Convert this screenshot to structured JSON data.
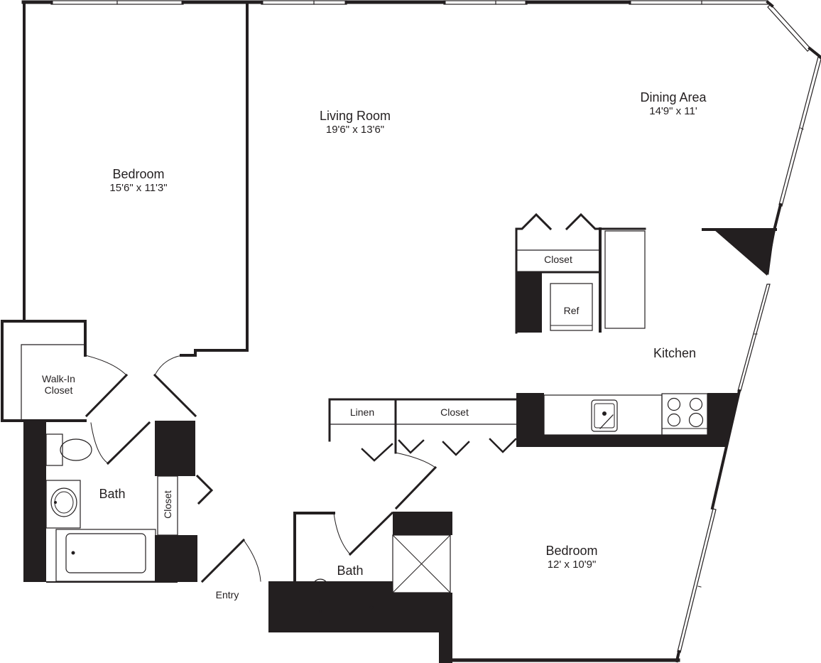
{
  "floorplan": {
    "colors": {
      "wall": "#231f20",
      "background": "#ffffff",
      "window": "#ffffff"
    },
    "rooms": {
      "bedroom_main": {
        "name": "Bedroom",
        "dims": "15'6\" x 11'3\""
      },
      "living_room": {
        "name": "Living Room",
        "dims": "19'6\" x 13'6\""
      },
      "dining_area": {
        "name": "Dining Area",
        "dims": "14'9\" x 11'"
      },
      "kitchen": {
        "name": "Kitchen"
      },
      "walk_in_closet": {
        "line1": "Walk-In",
        "line2": "Closet"
      },
      "bath_left": {
        "name": "Bath"
      },
      "bath_center": {
        "name": "Bath"
      },
      "bedroom_second": {
        "name": "Bedroom",
        "dims": "12' x 10'9\""
      },
      "entry": {
        "name": "Entry"
      }
    },
    "fixtures": {
      "kitchen_closet": "Closet",
      "refrigerator": "Ref",
      "linen": "Linen",
      "hall_closet": "Closet",
      "bath_closet": "Closet"
    }
  }
}
